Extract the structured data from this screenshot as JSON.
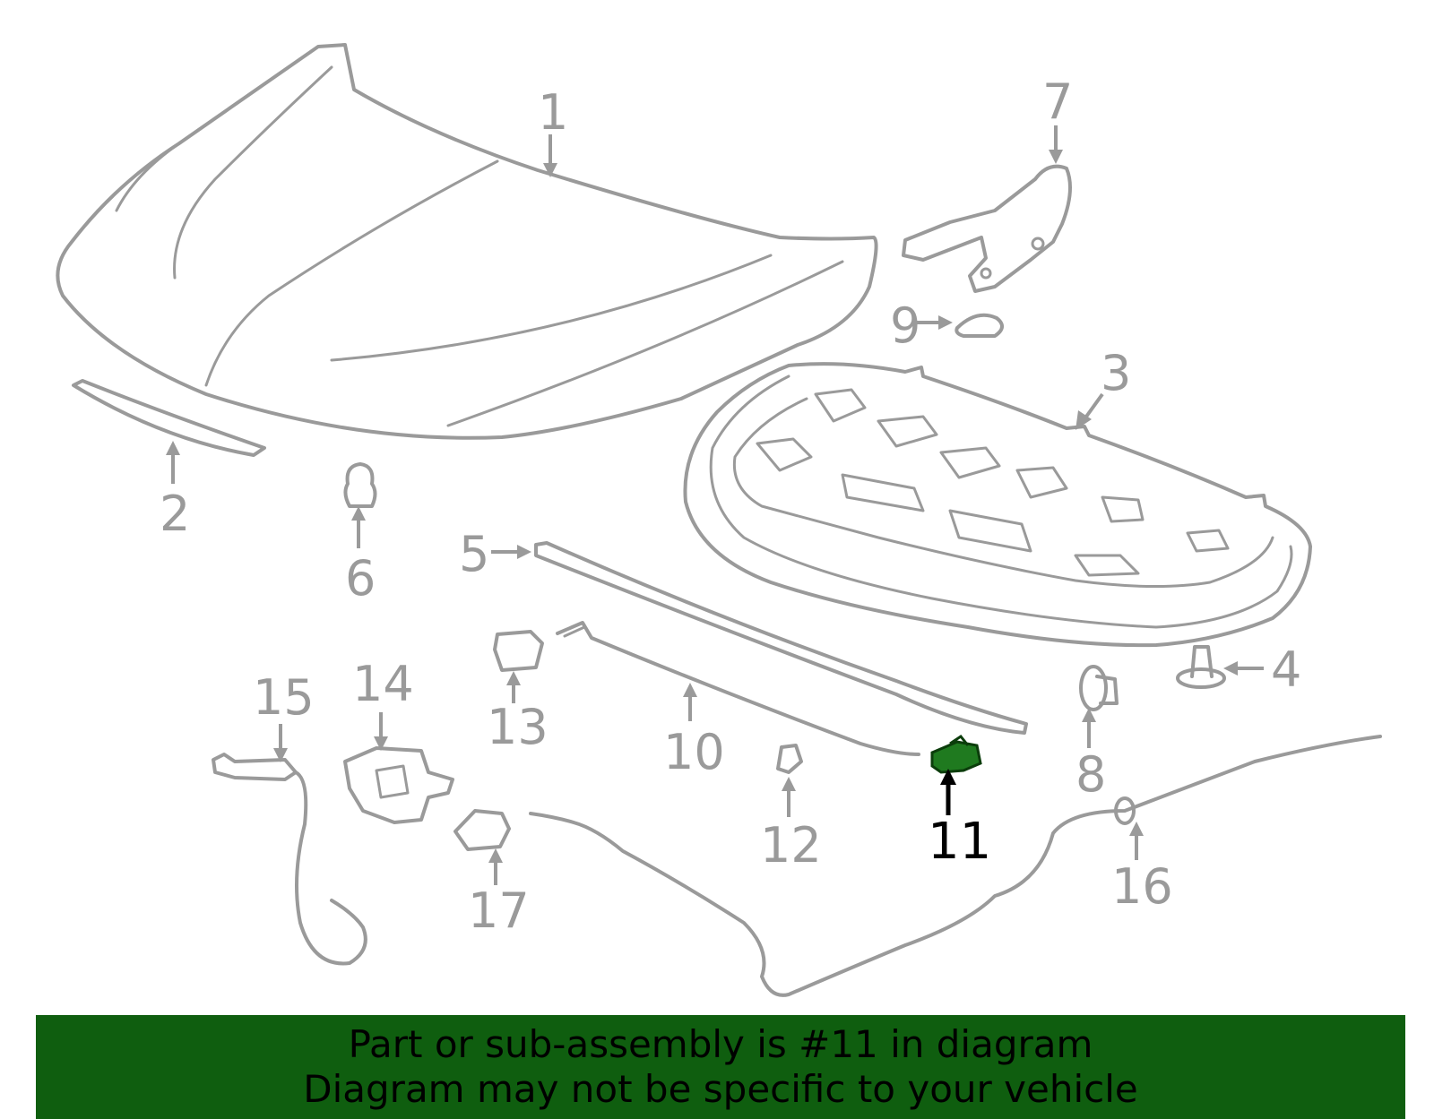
{
  "diagram": {
    "highlight_color": "#1f7a1f",
    "line_color": "#9a9a9a",
    "callouts": [
      {
        "id": "1",
        "label": "1"
      },
      {
        "id": "2",
        "label": "2"
      },
      {
        "id": "3",
        "label": "3"
      },
      {
        "id": "4",
        "label": "4"
      },
      {
        "id": "5",
        "label": "5"
      },
      {
        "id": "6",
        "label": "6"
      },
      {
        "id": "7",
        "label": "7"
      },
      {
        "id": "8",
        "label": "8"
      },
      {
        "id": "9",
        "label": "9"
      },
      {
        "id": "10",
        "label": "10"
      },
      {
        "id": "11",
        "label": "11"
      },
      {
        "id": "12",
        "label": "12"
      },
      {
        "id": "13",
        "label": "13"
      },
      {
        "id": "14",
        "label": "14"
      },
      {
        "id": "15",
        "label": "15"
      },
      {
        "id": "16",
        "label": "16"
      },
      {
        "id": "17",
        "label": "17"
      }
    ],
    "highlighted_part": "11"
  },
  "banner": {
    "background": "#0f5e0f",
    "line1": "Part or sub-assembly is #11 in diagram",
    "line2": "Diagram may not be specific to your vehicle"
  }
}
